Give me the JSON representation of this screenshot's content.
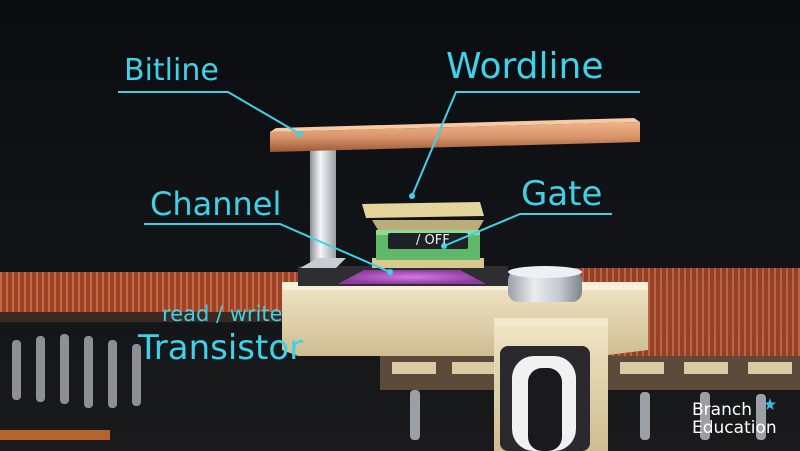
{
  "labels": {
    "bitline": "Bitline",
    "wordline": "Wordline",
    "channel": "Channel",
    "gate": "Gate",
    "read_write": "read / write",
    "transistor": "Transistor",
    "gate_state": "/ OFF"
  },
  "logo": {
    "line1": "Branch",
    "line2": "Education"
  },
  "colors": {
    "label_cyan": "#3fd2e6",
    "bitline_copper": "#d9946a",
    "channel_magenta": "#b04fbf",
    "gate_green": "#5fb86a",
    "wordline_tan": "#d8c98e",
    "substrate_cream": "#e8dcb8"
  },
  "icons": {
    "logo_mark": "star-icon"
  }
}
